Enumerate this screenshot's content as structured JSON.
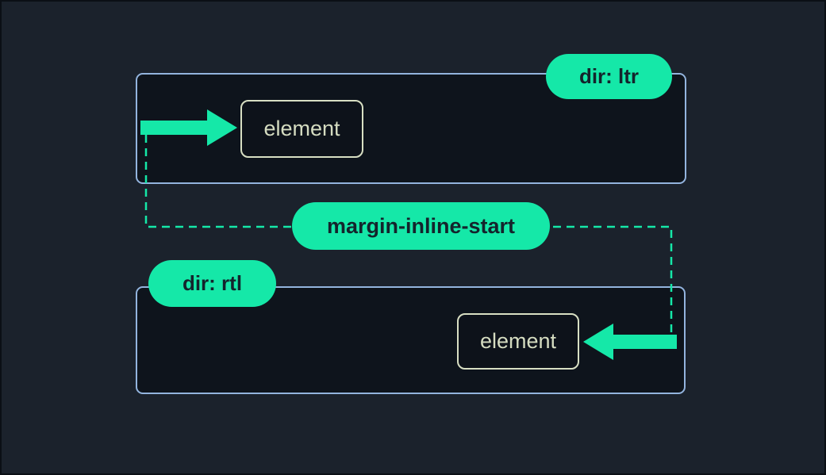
{
  "diagram": {
    "property_pill": "margin-inline-start",
    "ltr": {
      "badge": "dir: ltr",
      "element_label": "element"
    },
    "rtl": {
      "badge": "dir: rtl",
      "element_label": "element"
    },
    "colors": {
      "accent_green": "#15e8a8",
      "container_border": "#93b4de",
      "container_fill": "#0e141c",
      "background": "#1b222c",
      "element_border": "#d8dfc3",
      "element_text": "#d5dcc1",
      "pill_text": "#14242c"
    }
  }
}
